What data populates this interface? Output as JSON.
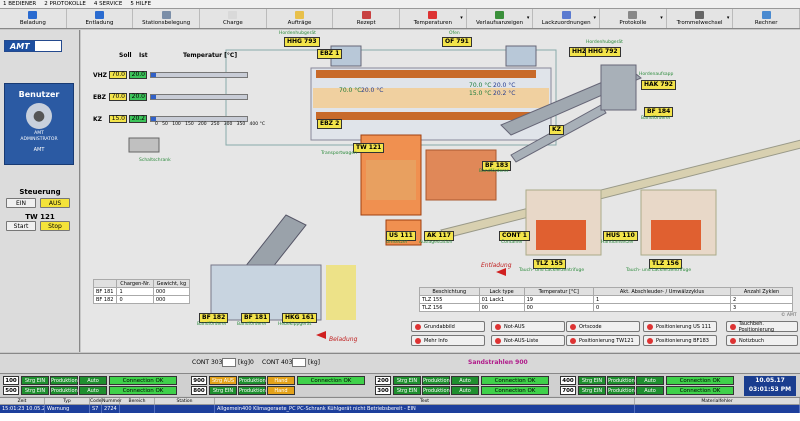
{
  "menu": [
    "1 BEDIENER",
    "2 PROTOKOLLE",
    "4 SERVICE",
    "5 HILFE"
  ],
  "toolbar": [
    {
      "label": "Beladung",
      "icon": "truck-icon",
      "color": "#2a6bd0",
      "dropdown": false
    },
    {
      "label": "Entladung",
      "icon": "truck-icon",
      "color": "#2a6bd0",
      "dropdown": false
    },
    {
      "label": "Stationsbelegung",
      "icon": "grid-icon",
      "color": "#7b8ea8",
      "dropdown": false
    },
    {
      "label": "Charge",
      "icon": "document-icon",
      "color": "#d9d9d9",
      "dropdown": false
    },
    {
      "label": "Aufträge",
      "icon": "folder-icon",
      "color": "#e8c04a",
      "dropdown": false
    },
    {
      "label": "Rezept",
      "icon": "book-icon",
      "color": "#c84040",
      "dropdown": false
    },
    {
      "label": "Temperaturen",
      "icon": "thermometer-icon",
      "color": "#d33",
      "dropdown": true
    },
    {
      "label": "Verlaufsanzeigen",
      "icon": "chart-icon",
      "color": "#3a8f3a",
      "dropdown": true
    },
    {
      "label": "Lackzuordnungen",
      "icon": "paint-icon",
      "color": "#5a7ad0",
      "dropdown": true
    },
    {
      "label": "Protokolle",
      "icon": "printer-icon",
      "color": "#888",
      "dropdown": true
    },
    {
      "label": "Trommelwechsel",
      "icon": "drum-icon",
      "color": "#666",
      "dropdown": true
    },
    {
      "label": "Rechner",
      "icon": "monitor-icon",
      "color": "#4a8ad0",
      "dropdown": false
    }
  ],
  "sidebar": {
    "logo": "AMT",
    "user_title": "Benutzer",
    "user_line1": "AMT",
    "user_line2": "ADMINISTRATOR",
    "user_line3": "AMT",
    "steuerung_title": "Steuerung",
    "ein": "EIN",
    "aus": "AUS",
    "tw_title": "TW 121",
    "start": "Start",
    "stop": "Stop"
  },
  "temps": {
    "col_soll": "Soll",
    "col_ist": "Ist",
    "col_temp": "Temperatur [°C]",
    "rows": [
      {
        "name": "VHZ",
        "soll": "70.0",
        "ist": "20.0",
        "level": 0.05
      },
      {
        "name": "EBZ",
        "soll": "70.0",
        "ist": "20.0",
        "level": 0.05
      },
      {
        "name": "KZ",
        "soll": "15.0",
        "ist": "20.2",
        "level": 0.05
      }
    ],
    "ticks": [
      "0",
      "50",
      "100",
      "150",
      "200",
      "250",
      "300",
      "350",
      "400 °C"
    ]
  },
  "labels": {
    "hhg793": "HHG 793",
    "of791": "OF 791",
    "hhz": "HHZ",
    "hhg792": "HHG 792",
    "hak792": "HAK 792",
    "ebz1": "EBZ 1",
    "ebz2": "EBZ 2",
    "bf184": "BF 184",
    "kz": "KZ",
    "tw121": "TW 121",
    "bf183": "BF 183",
    "us111": "US 111",
    "ak117": "AK 117",
    "cont1": "CONT 1",
    "hus110": "HUS 110",
    "tlz155": "TLZ 155",
    "tlz156": "TLZ 156",
    "bf182": "BF 182",
    "bf181": "BF 181",
    "hkg161": "HKG 161",
    "hordenhubgerat": "Hordenhubgerät",
    "ofen": "Ofen",
    "hordenabnahme": "Hordenaufsapp",
    "bandforderer": "Bandförderer",
    "transportwagen": "Transportwagen",
    "schaltschrank": "Schaltschrank",
    "umsetzer": "Umsetzer",
    "auslagestation": "Auslagestation",
    "container": "Container",
    "handumsetzer": "Handumsetzer",
    "tauch": "Tauch- und Lackierzentrifuge",
    "hebekippgerat": "Hebekippgerät",
    "entladung": "Entladung",
    "beladung": "Beladung"
  },
  "oven_temps": [
    "70.0 °C",
    "20.0 °C",
    "70.0 °C",
    "20.0 °C",
    "15.0 °C",
    "20.2 °C"
  ],
  "charge_table": {
    "headers": [
      "",
      "Chargen-Nr.",
      "Gewicht, kg"
    ],
    "rows": [
      [
        "BF 181",
        "1",
        "000"
      ],
      [
        "BF 182",
        "0",
        "000"
      ]
    ]
  },
  "lack_table": {
    "headers": [
      "Beschichtung",
      "Lack type",
      "Temperatur [°C]",
      "Akt. Abschleuder- / Umwälzzyklus",
      "Anzahl Zyklen"
    ],
    "rows": [
      [
        "TLZ 155",
        "01  Lack1",
        "19",
        "1",
        "2"
      ],
      [
        "TLZ 156",
        "00",
        "00",
        "0",
        "3"
      ]
    ]
  },
  "func_buttons": [
    "Grundabbild",
    "Not-AUS",
    "Ortscode",
    "Positionierung US 111",
    "Tauchbeh. Positionierung",
    "Mehr Info",
    "Not-AUS-Liste",
    "Positionierung TW121",
    "Positionierung BF183",
    "Notizbuch"
  ],
  "cont_strip": {
    "c303": "CONT 303",
    "kg1": "[kg]",
    "zero": "0",
    "c403": "CONT 403",
    "kg2": "[kg]",
    "sand": "Sandstrahlen 900"
  },
  "stations": [
    {
      "n1": "100",
      "n2": "500",
      "s1": "Strg EIN",
      "s2": "Strg EIN",
      "p": "Produktion",
      "a": "Auto",
      "c1": "Connection OK",
      "c2": "Connection OK"
    },
    {
      "n1": "900",
      "n2": "800",
      "s1": "Strg AUS",
      "s2": "Strg EIN",
      "p": "Produktion",
      "a": "Hand",
      "c1": "Connection OK",
      "c2": ""
    },
    {
      "n1": "200",
      "n2": "300",
      "s1": "Strg EIN",
      "s2": "Strg EIN",
      "p": "Produktion",
      "a": "Auto",
      "c1": "Connection OK",
      "c2": "Connection OK"
    },
    {
      "n1": "400",
      "n2": "700",
      "s1": "Strg EIN",
      "s2": "Strg EIN",
      "p": "Produktion",
      "a": "Auto",
      "c1": "Connection OK",
      "c2": "Connection OK"
    }
  ],
  "clock": {
    "date": "10.05.17",
    "time": "03:01:53 PM"
  },
  "alarm": {
    "headers": [
      "Zeit",
      "Typ",
      "Code",
      "Nummer",
      "Bereich",
      "Station",
      "Text",
      "Materialfehler"
    ],
    "row": [
      "15:01:23  10.05.2017",
      "Warnung",
      "S7",
      "2724",
      "",
      "",
      "Allgemein400 Klimageraete_PC PC-Schrank Kühlgerät nicht Betriebsbereit - EIN",
      ""
    ]
  },
  "copyright": "© AMT"
}
